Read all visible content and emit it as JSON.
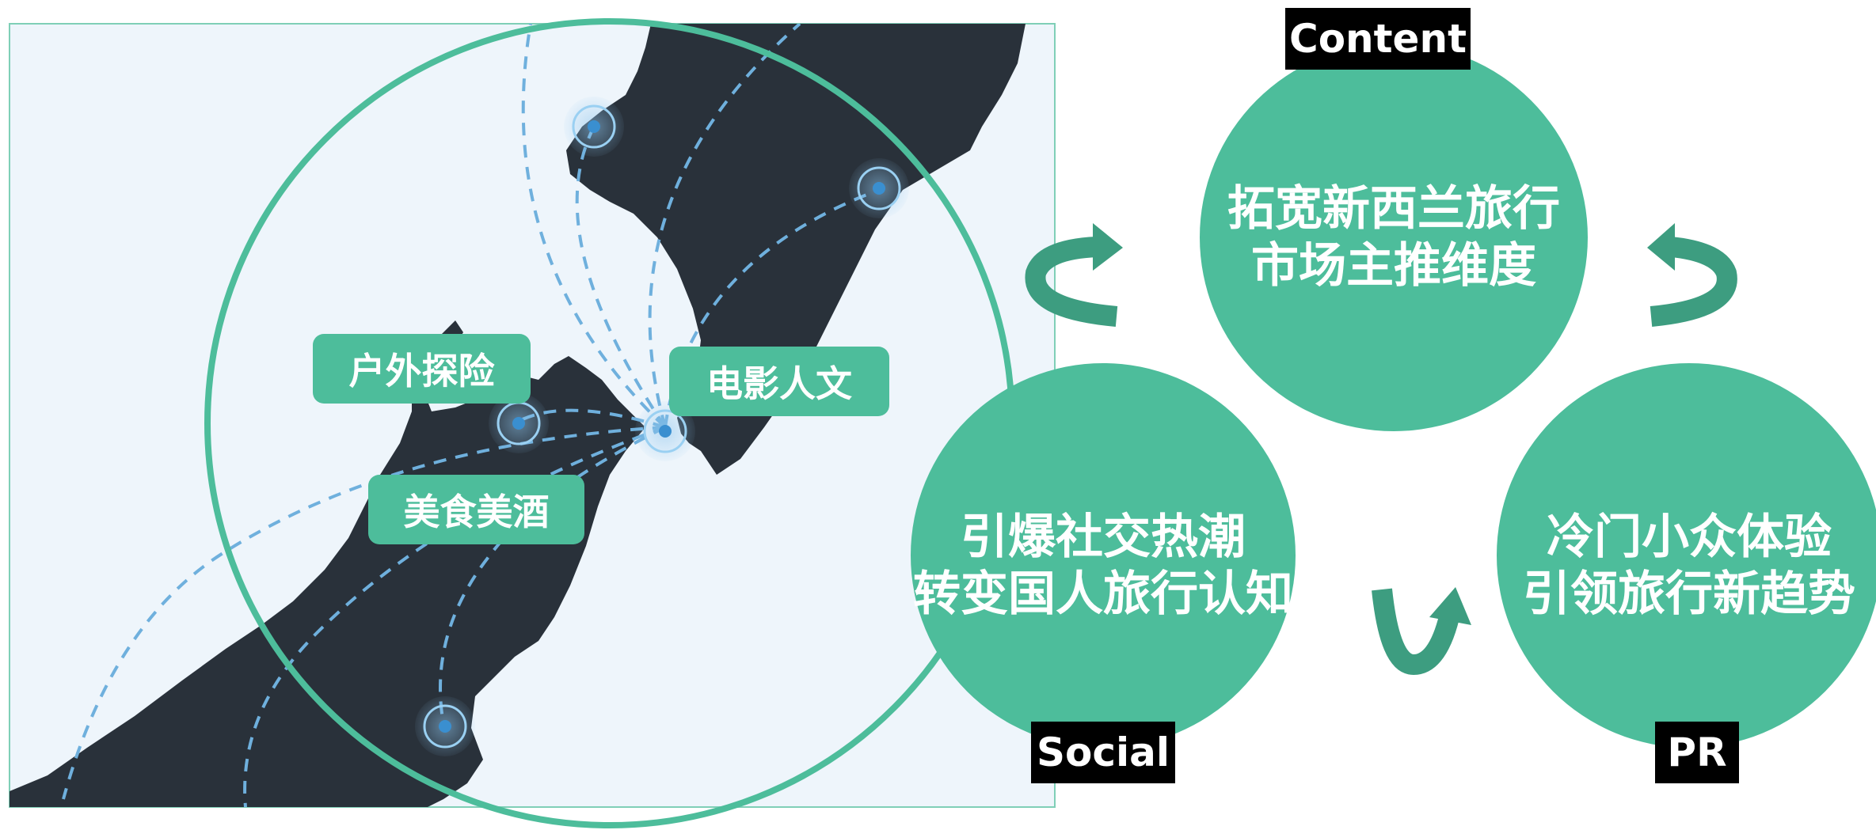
{
  "map": {
    "tags": {
      "outdoor": "户外探险",
      "film": "电影人文",
      "food": "美食美酒"
    }
  },
  "hub": {
    "content": {
      "tag": "Content",
      "lines": [
        "拓宽新西兰旅行",
        "市场主推维度"
      ]
    },
    "social": {
      "tag": "Social",
      "lines": [
        "引爆社交热潮",
        "转变国人旅行认知"
      ]
    },
    "pr": {
      "tag": "PR",
      "lines": [
        "冷门小众体验",
        "引领旅行新趋势"
      ]
    }
  },
  "colors": {
    "accent": "#4dbd9b",
    "arrow": "#3d9d80",
    "land": "#29313a",
    "sea": "#eef5fb",
    "route": "#6fb0dd",
    "tag_bg": "#000000"
  },
  "icons": {
    "map_pins": "pulse-pin-icon",
    "cycle_arrows": "curved-arrow-icon"
  }
}
